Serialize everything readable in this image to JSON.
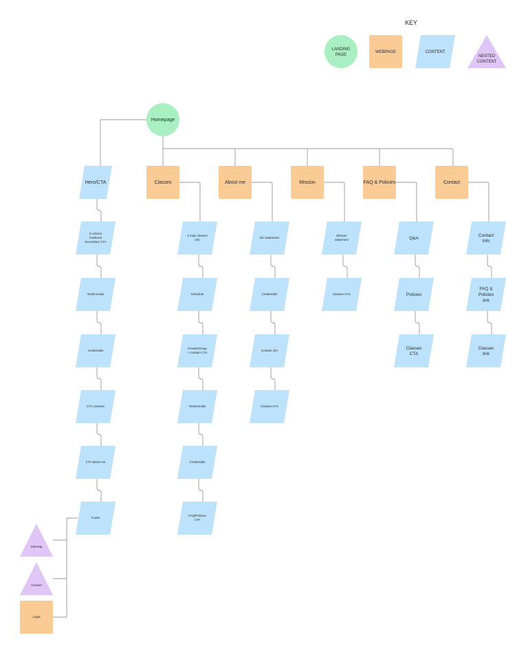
{
  "colors": {
    "landing": "#a8efc2",
    "webpage": "#fbcb96",
    "content": "#bde2fb",
    "nested": "#dfc6f7",
    "line": "#9a9a9a"
  },
  "key": {
    "title": "KEY",
    "landing": "LANDING PAGE",
    "webpage": "WEBPAGE",
    "content": "CONTENT",
    "nested": "NESTED CONTENT"
  },
  "homepage": "Homepage",
  "columns": [
    {
      "id": "hero",
      "title": "Hero/CTA",
      "kind": "content",
      "items": [
        "2-column Featured Secondary CTA",
        "Testimonials",
        "Credentials",
        "CTA Classes",
        "CTA about me",
        "Footer"
      ]
    },
    {
      "id": "classes",
      "title": "Classes",
      "kind": "webpage",
      "items": [
        "3 main classes info",
        "Schedule",
        "Private/Group + Contact CTA",
        "Testimonials",
        "Credentials",
        "FAQ/Policies CTA"
      ]
    },
    {
      "id": "about",
      "title": "About me",
      "kind": "webpage",
      "items": [
        "Bio statement",
        "Credentials",
        "Contact info",
        "Classes CTA"
      ]
    },
    {
      "id": "mission",
      "title": "Mission",
      "kind": "webpage",
      "items": [
        "Mission statement",
        "Classes CTA"
      ]
    },
    {
      "id": "faq",
      "title": "FAQ & Policies",
      "kind": "webpage",
      "items": [
        "Q&A",
        "Policies",
        "Classes CTA"
      ]
    },
    {
      "id": "contact",
      "title": "Contact",
      "kind": "webpage",
      "items": [
        "Contact Info",
        "FAQ & Policies link",
        "Classes link"
      ]
    }
  ],
  "footer_children": [
    {
      "label": "Sitemap",
      "kind": "nested"
    },
    {
      "label": "Contact",
      "kind": "nested"
    },
    {
      "label": "Legal",
      "kind": "webpage"
    }
  ]
}
